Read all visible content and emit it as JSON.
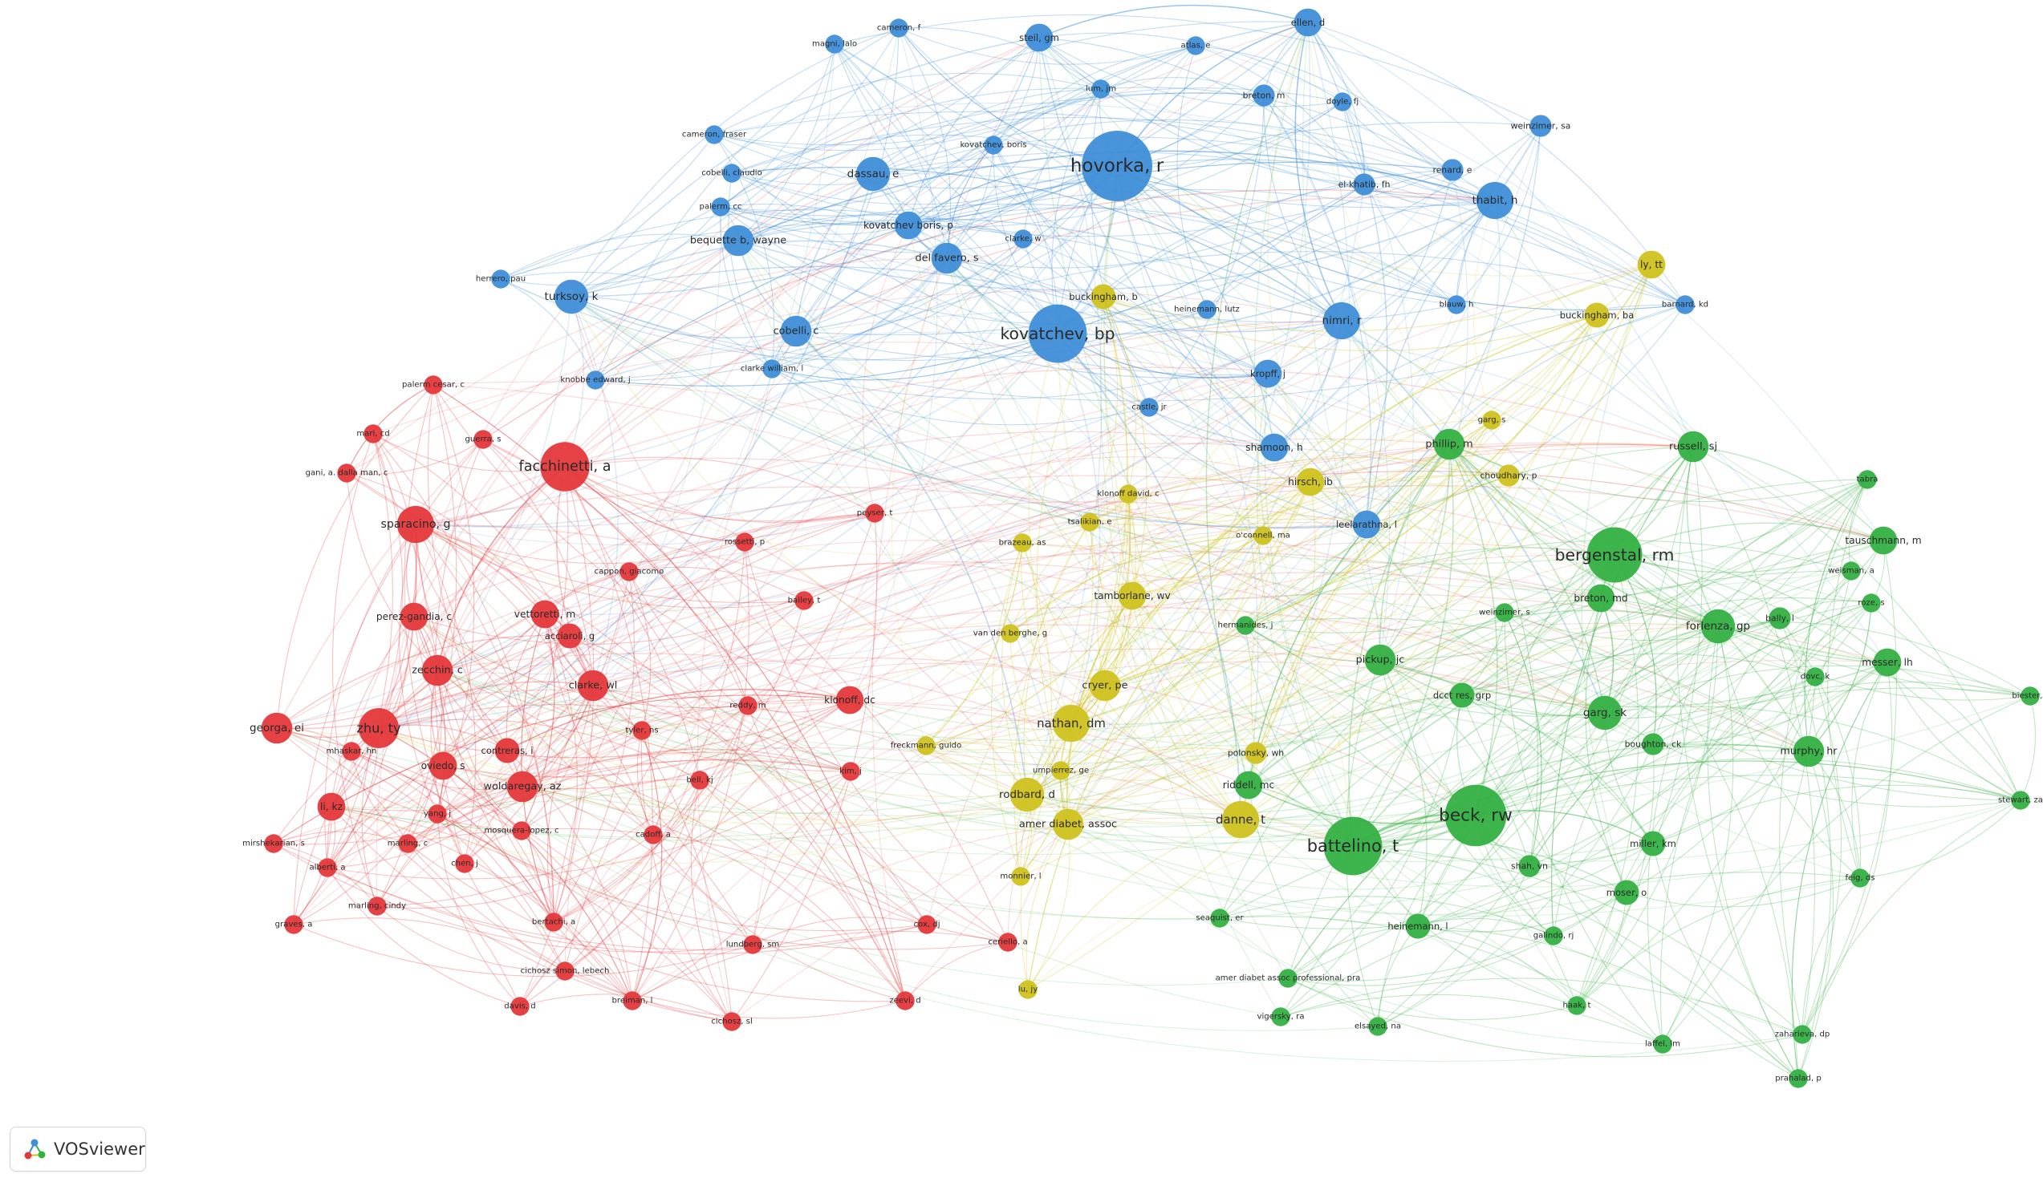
{
  "app": {
    "brand_label": "VOSviewer",
    "logo_icon": "vosviewer-logo-icon"
  },
  "colors": {
    "red": "#e5383b",
    "blue": "#3f8ed8",
    "green": "#34b043",
    "yellow": "#cfc21f"
  },
  "nodes": [
    {
      "label": "hovorka, r",
      "c": "blue",
      "w": 1.0,
      "ls": 1.7
    },
    {
      "label": "kovatchev, bp",
      "c": "blue",
      "w": 0.8,
      "ls": 1.5
    },
    {
      "label": "nimri, r",
      "c": "blue",
      "w": 0.45,
      "ls": 1.0
    },
    {
      "label": "thabit, h",
      "c": "blue",
      "w": 0.45,
      "ls": 1.0
    },
    {
      "label": "turksoy, k",
      "c": "blue",
      "w": 0.4,
      "ls": 1.0
    },
    {
      "label": "dassau, e",
      "c": "blue",
      "w": 0.4,
      "ls": 1.0
    },
    {
      "label": "del favero, s",
      "c": "blue",
      "w": 0.35,
      "ls": 0.95
    },
    {
      "label": "bequette b, wayne",
      "c": "blue",
      "w": 0.35,
      "ls": 0.95
    },
    {
      "label": "cobelli, c",
      "c": "blue",
      "w": 0.35,
      "ls": 0.95
    },
    {
      "label": "kovatchev boris, p",
      "c": "blue",
      "w": 0.3,
      "ls": 0.9
    },
    {
      "label": "steil, gm",
      "c": "blue",
      "w": 0.3,
      "ls": 0.85
    },
    {
      "label": "ellen, d",
      "c": "blue",
      "w": 0.3,
      "ls": 0.85
    },
    {
      "label": "shamoon, h",
      "c": "blue",
      "w": 0.3,
      "ls": 0.9
    },
    {
      "label": "kropff, j",
      "c": "blue",
      "w": 0.3,
      "ls": 0.85
    },
    {
      "label": "leelarathna, l",
      "c": "blue",
      "w": 0.3,
      "ls": 0.85
    },
    {
      "label": "breton, m",
      "c": "blue",
      "w": 0.2,
      "ls": 0.8
    },
    {
      "label": "weinzimer, sa",
      "c": "blue",
      "w": 0.2,
      "ls": 0.8
    },
    {
      "label": "renard, e",
      "c": "blue",
      "w": 0.2,
      "ls": 0.8
    },
    {
      "label": "el-khatib, fh",
      "c": "blue",
      "w": 0.2,
      "ls": 0.8
    },
    {
      "label": "cameron, f",
      "c": "blue",
      "w": 0.15,
      "ls": 0.75
    },
    {
      "label": "magni, lalo",
      "c": "blue",
      "w": 0.15,
      "ls": 0.75
    },
    {
      "label": "atlas, e",
      "c": "blue",
      "w": 0.15,
      "ls": 0.75
    },
    {
      "label": "doyle, fj",
      "c": "blue",
      "w": 0.15,
      "ls": 0.75
    },
    {
      "label": "lum, jm",
      "c": "blue",
      "w": 0.15,
      "ls": 0.75
    },
    {
      "label": "cameron, fraser",
      "c": "blue",
      "w": 0.15,
      "ls": 0.75
    },
    {
      "label": "kovatchev, boris",
      "c": "blue",
      "w": 0.15,
      "ls": 0.75
    },
    {
      "label": "cobelli, claudio",
      "c": "blue",
      "w": 0.15,
      "ls": 0.75
    },
    {
      "label": "palerm, cc",
      "c": "blue",
      "w": 0.15,
      "ls": 0.75
    },
    {
      "label": "clarke, w",
      "c": "blue",
      "w": 0.15,
      "ls": 0.75
    },
    {
      "label": "herrero, pau",
      "c": "blue",
      "w": 0.15,
      "ls": 0.75
    },
    {
      "label": "heinemann, lutz",
      "c": "blue",
      "w": 0.15,
      "ls": 0.75
    },
    {
      "label": "blauw, h",
      "c": "blue",
      "w": 0.15,
      "ls": 0.75
    },
    {
      "label": "barnard, kd",
      "c": "blue",
      "w": 0.15,
      "ls": 0.75
    },
    {
      "label": "clarke william, l",
      "c": "blue",
      "w": 0.15,
      "ls": 0.75
    },
    {
      "label": "castle, jr",
      "c": "blue",
      "w": 0.15,
      "ls": 0.75
    },
    {
      "label": "knobbe edward, j",
      "c": "blue",
      "w": 0.15,
      "ls": 0.75
    },
    {
      "label": "facchinetti, a",
      "c": "red",
      "w": 0.65,
      "ls": 1.3
    },
    {
      "label": "sparacino, g",
      "c": "red",
      "w": 0.45,
      "ls": 1.05
    },
    {
      "label": "zhu, ty",
      "c": "red",
      "w": 0.5,
      "ls": 1.2
    },
    {
      "label": "georga, ei",
      "c": "red",
      "w": 0.35,
      "ls": 1.0
    },
    {
      "label": "zecchin, c",
      "c": "red",
      "w": 0.35,
      "ls": 0.95
    },
    {
      "label": "clarke, wl",
      "c": "red",
      "w": 0.35,
      "ls": 0.95
    },
    {
      "label": "woldaregay, az",
      "c": "red",
      "w": 0.35,
      "ls": 0.95
    },
    {
      "label": "perez-gandia, c",
      "c": "red",
      "w": 0.3,
      "ls": 0.9
    },
    {
      "label": "vettoretti, m",
      "c": "red",
      "w": 0.3,
      "ls": 0.9
    },
    {
      "label": "oviedo, s",
      "c": "red",
      "w": 0.3,
      "ls": 0.9
    },
    {
      "label": "li, kz",
      "c": "red",
      "w": 0.3,
      "ls": 0.9
    },
    {
      "label": "acciaroli, g",
      "c": "red",
      "w": 0.25,
      "ls": 0.85
    },
    {
      "label": "contreras, i",
      "c": "red",
      "w": 0.25,
      "ls": 0.85
    },
    {
      "label": "klonoff, dc",
      "c": "red",
      "w": 0.3,
      "ls": 0.9
    },
    {
      "label": "cappon, giacomo",
      "c": "red",
      "w": 0.15,
      "ls": 0.75
    },
    {
      "label": "palerm cesar, c",
      "c": "red",
      "w": 0.15,
      "ls": 0.75
    },
    {
      "label": "mari, cd",
      "c": "red",
      "w": 0.15,
      "ls": 0.75
    },
    {
      "label": "guerra, s",
      "c": "red",
      "w": 0.15,
      "ls": 0.75
    },
    {
      "label": "gani, a. dalla man, c",
      "c": "red",
      "w": 0.15,
      "ls": 0.75
    },
    {
      "label": "rossetti, p",
      "c": "red",
      "w": 0.15,
      "ls": 0.75
    },
    {
      "label": "peyser, t",
      "c": "red",
      "w": 0.15,
      "ls": 0.75
    },
    {
      "label": "bailey, t",
      "c": "red",
      "w": 0.15,
      "ls": 0.75
    },
    {
      "label": "reddy, m",
      "c": "red",
      "w": 0.15,
      "ls": 0.75
    },
    {
      "label": "tyler, ns",
      "c": "red",
      "w": 0.15,
      "ls": 0.75
    },
    {
      "label": "bell, kj",
      "c": "red",
      "w": 0.15,
      "ls": 0.75
    },
    {
      "label": "kim, j",
      "c": "red",
      "w": 0.15,
      "ls": 0.75
    },
    {
      "label": "mhaskar, hn",
      "c": "red",
      "w": 0.15,
      "ls": 0.75
    },
    {
      "label": "yang, j",
      "c": "red",
      "w": 0.15,
      "ls": 0.75
    },
    {
      "label": "mosquera-lopez, c",
      "c": "red",
      "w": 0.15,
      "ls": 0.75
    },
    {
      "label": "cadoff, a",
      "c": "red",
      "w": 0.15,
      "ls": 0.75
    },
    {
      "label": "mirshekarian, s",
      "c": "red",
      "w": 0.15,
      "ls": 0.75
    },
    {
      "label": "marling, c",
      "c": "red",
      "w": 0.15,
      "ls": 0.75
    },
    {
      "label": "alberti, a",
      "c": "red",
      "w": 0.15,
      "ls": 0.75
    },
    {
      "label": "chen, j",
      "c": "red",
      "w": 0.15,
      "ls": 0.75
    },
    {
      "label": "marling, cindy",
      "c": "red",
      "w": 0.15,
      "ls": 0.75
    },
    {
      "label": "graves, a",
      "c": "red",
      "w": 0.15,
      "ls": 0.75
    },
    {
      "label": "bertachi, a",
      "c": "red",
      "w": 0.15,
      "ls": 0.75
    },
    {
      "label": "cichosz simon, lebech",
      "c": "red",
      "w": 0.15,
      "ls": 0.75
    },
    {
      "label": "davis, d",
      "c": "red",
      "w": 0.15,
      "ls": 0.75
    },
    {
      "label": "breiman, l",
      "c": "red",
      "w": 0.15,
      "ls": 0.75
    },
    {
      "label": "cichosz, sl",
      "c": "red",
      "w": 0.15,
      "ls": 0.75
    },
    {
      "label": "lundberg, sm",
      "c": "red",
      "w": 0.15,
      "ls": 0.75
    },
    {
      "label": "cox, dj",
      "c": "red",
      "w": 0.15,
      "ls": 0.75
    },
    {
      "label": "zeevi, d",
      "c": "red",
      "w": 0.15,
      "ls": 0.75
    },
    {
      "label": "ceriello, a",
      "c": "red",
      "w": 0.15,
      "ls": 0.75
    },
    {
      "label": "bergenstal, rm",
      "c": "green",
      "w": 0.75,
      "ls": 1.5
    },
    {
      "label": "beck, rw",
      "c": "green",
      "w": 0.85,
      "ls": 1.6
    },
    {
      "label": "battelino, t",
      "c": "green",
      "w": 0.8,
      "ls": 1.55
    },
    {
      "label": "russell, sj",
      "c": "green",
      "w": 0.35,
      "ls": 0.95
    },
    {
      "label": "phillip, m",
      "c": "green",
      "w": 0.35,
      "ls": 0.95
    },
    {
      "label": "forlenza, gp",
      "c": "green",
      "w": 0.4,
      "ls": 1.0
    },
    {
      "label": "garg, sk",
      "c": "green",
      "w": 0.4,
      "ls": 1.0
    },
    {
      "label": "pickup, jc",
      "c": "green",
      "w": 0.35,
      "ls": 0.95
    },
    {
      "label": "breton, md",
      "c": "green",
      "w": 0.3,
      "ls": 0.9
    },
    {
      "label": "tauschmann, m",
      "c": "green",
      "w": 0.3,
      "ls": 0.9
    },
    {
      "label": "messer, lh",
      "c": "green",
      "w": 0.3,
      "ls": 0.9
    },
    {
      "label": "murphy, hr",
      "c": "green",
      "w": 0.35,
      "ls": 0.95
    },
    {
      "label": "riddell, mc",
      "c": "green",
      "w": 0.3,
      "ls": 0.9
    },
    {
      "label": "heinemann, l",
      "c": "green",
      "w": 0.25,
      "ls": 0.85
    },
    {
      "label": "dcct res, grp",
      "c": "green",
      "w": 0.25,
      "ls": 0.85
    },
    {
      "label": "moser, o",
      "c": "green",
      "w": 0.25,
      "ls": 0.85
    },
    {
      "label": "miller, km",
      "c": "green",
      "w": 0.25,
      "ls": 0.85
    },
    {
      "label": "boughton, ck",
      "c": "green",
      "w": 0.2,
      "ls": 0.8
    },
    {
      "label": "shah, vn",
      "c": "green",
      "w": 0.2,
      "ls": 0.8
    },
    {
      "label": "bally, l",
      "c": "green",
      "w": 0.2,
      "ls": 0.8
    },
    {
      "label": "weisman, a",
      "c": "green",
      "w": 0.15,
      "ls": 0.75
    },
    {
      "label": "roze, s",
      "c": "green",
      "w": 0.15,
      "ls": 0.75
    },
    {
      "label": "dovc, k",
      "c": "green",
      "w": 0.15,
      "ls": 0.75
    },
    {
      "label": "biester, t",
      "c": "green",
      "w": 0.15,
      "ls": 0.75
    },
    {
      "label": "stewart, za",
      "c": "green",
      "w": 0.15,
      "ls": 0.75
    },
    {
      "label": "feig, ds",
      "c": "green",
      "w": 0.15,
      "ls": 0.75
    },
    {
      "label": "tabra",
      "c": "green",
      "w": 0.15,
      "ls": 0.75
    },
    {
      "label": "galindo, rj",
      "c": "green",
      "w": 0.15,
      "ls": 0.75
    },
    {
      "label": "haak, t",
      "c": "green",
      "w": 0.15,
      "ls": 0.75
    },
    {
      "label": "elsayed, na",
      "c": "green",
      "w": 0.15,
      "ls": 0.75
    },
    {
      "label": "laffel, lm",
      "c": "green",
      "w": 0.15,
      "ls": 0.75
    },
    {
      "label": "zaharieva, dp",
      "c": "green",
      "w": 0.15,
      "ls": 0.75
    },
    {
      "label": "prahalad, p",
      "c": "green",
      "w": 0.15,
      "ls": 0.75
    },
    {
      "label": "vigersky, ra",
      "c": "green",
      "w": 0.15,
      "ls": 0.75
    },
    {
      "label": "seaquist, er",
      "c": "green",
      "w": 0.15,
      "ls": 0.75
    },
    {
      "label": "amer diabet assoc professional, pra",
      "c": "green",
      "w": 0.15,
      "ls": 0.75
    },
    {
      "label": "weinzimer, s",
      "c": "green",
      "w": 0.15,
      "ls": 0.75
    },
    {
      "label": "hermanides, j",
      "c": "green",
      "w": 0.15,
      "ls": 0.75
    },
    {
      "label": "nathan, dm",
      "c": "yellow",
      "w": 0.45,
      "ls": 1.1
    },
    {
      "label": "cryer, pe",
      "c": "yellow",
      "w": 0.35,
      "ls": 0.95
    },
    {
      "label": "rodbard, d",
      "c": "yellow",
      "w": 0.4,
      "ls": 1.0
    },
    {
      "label": "danne, t",
      "c": "yellow",
      "w": 0.45,
      "ls": 1.1
    },
    {
      "label": "amer diabet, assoc",
      "c": "yellow",
      "w": 0.35,
      "ls": 0.95
    },
    {
      "label": "tamborlane, wv",
      "c": "yellow",
      "w": 0.3,
      "ls": 0.9
    },
    {
      "label": "ly, tt",
      "c": "yellow",
      "w": 0.3,
      "ls": 0.9
    },
    {
      "label": "buckingham, b",
      "c": "yellow",
      "w": 0.25,
      "ls": 0.85
    },
    {
      "label": "buckingham, ba",
      "c": "yellow",
      "w": 0.25,
      "ls": 0.85
    },
    {
      "label": "hirsch, ib",
      "c": "yellow",
      "w": 0.3,
      "ls": 0.9
    },
    {
      "label": "choudhary, p",
      "c": "yellow",
      "w": 0.2,
      "ls": 0.8
    },
    {
      "label": "garg, s",
      "c": "yellow",
      "w": 0.15,
      "ls": 0.75
    },
    {
      "label": "polonsky, wh",
      "c": "yellow",
      "w": 0.2,
      "ls": 0.8
    },
    {
      "label": "klonoff david, c",
      "c": "yellow",
      "w": 0.15,
      "ls": 0.75
    },
    {
      "label": "tsalikian, e",
      "c": "yellow",
      "w": 0.15,
      "ls": 0.75
    },
    {
      "label": "o'connell, ma",
      "c": "yellow",
      "w": 0.15,
      "ls": 0.75
    },
    {
      "label": "brazeau, as",
      "c": "yellow",
      "w": 0.15,
      "ls": 0.75
    },
    {
      "label": "van den berghe, g",
      "c": "yellow",
      "w": 0.15,
      "ls": 0.75
    },
    {
      "label": "freckmann, guido",
      "c": "yellow",
      "w": 0.15,
      "ls": 0.75
    },
    {
      "label": "umpierrez, ge",
      "c": "yellow",
      "w": 0.15,
      "ls": 0.75
    },
    {
      "label": "monnier, l",
      "c": "yellow",
      "w": 0.15,
      "ls": 0.75
    },
    {
      "label": "lu, jy",
      "c": "yellow",
      "w": 0.15,
      "ls": 0.75
    }
  ]
}
